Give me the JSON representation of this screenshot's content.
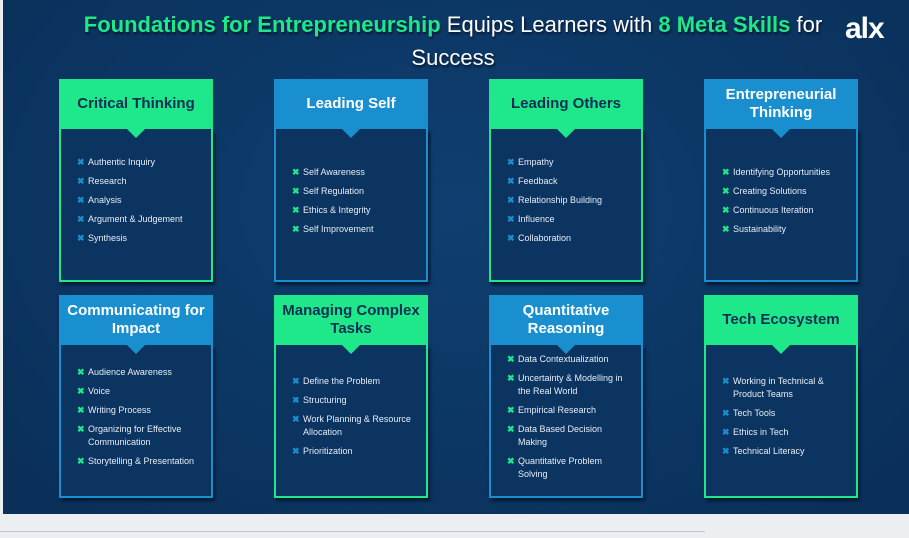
{
  "title": {
    "part1": "Foundations for Entrepreneurship",
    "part2": " Equips Learners with ",
    "part3": "8 Meta Skills",
    "part4": " for Success"
  },
  "logo": "alx",
  "colors": {
    "green": "#1ee88a",
    "blue": "#1a8fd0",
    "background": "#0b3562"
  },
  "cards": [
    {
      "title": "Critical Thinking",
      "theme": "g",
      "items": [
        "Authentic Inquiry",
        "Research",
        "Analysis",
        "Argument & Judgement",
        "Synthesis"
      ]
    },
    {
      "title": "Leading Self",
      "theme": "b",
      "items": [
        "Self Awareness",
        "Self Regulation",
        "Ethics & Integrity",
        "Self Improvement"
      ]
    },
    {
      "title": "Leading Others",
      "theme": "g",
      "items": [
        "Empathy",
        "Feedback",
        "Relationship Building",
        "Influence",
        "Collaboration"
      ]
    },
    {
      "title": "Entrepreneurial Thinking",
      "theme": "b",
      "items": [
        "Identifying Opportunities",
        "Creating Solutions",
        "Continuous Iteration",
        "Sustainability"
      ]
    },
    {
      "title": "Communicating for Impact",
      "theme": "b",
      "items": [
        "Audience Awareness",
        "Voice",
        "Writing Process",
        "Organizing for Effective Communication",
        "Storytelling & Presentation"
      ]
    },
    {
      "title": "Managing Complex Tasks",
      "theme": "g",
      "items": [
        "Define the Problem",
        "Structuring",
        "Work Planning & Resource Allocation",
        "Prioritization"
      ]
    },
    {
      "title": "Quantitative Reasoning",
      "theme": "b",
      "items": [
        "Data Contextualization",
        "Uncertainty & Modelling in the Real World",
        "Empirical Research",
        "Data Based Decision Making",
        "Quantitative Problem Solving"
      ]
    },
    {
      "title": "Tech Ecosystem",
      "theme": "g",
      "items": [
        "Working in Technical & Product Teams",
        "Tech Tools",
        "Ethics in Tech",
        "Technical Literacy"
      ]
    }
  ]
}
